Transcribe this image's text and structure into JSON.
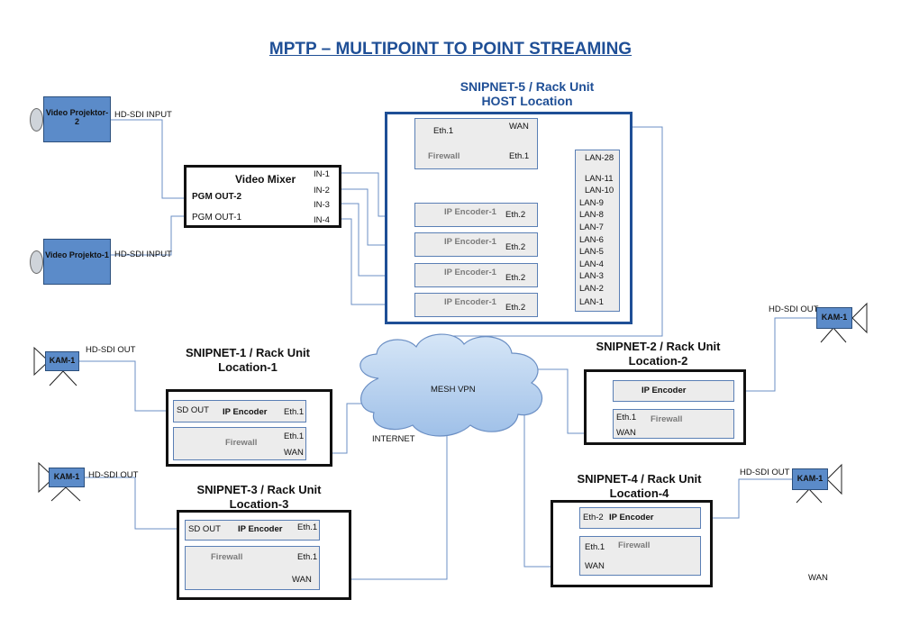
{
  "title": "MPTP – MULTIPOINT TO POINT STREAMING",
  "host": {
    "heading_line1": "SNIPNET-5 / Rack Unit",
    "heading_line2": "HOST Location",
    "wan_label": "WAN",
    "eth1_label": "Eth.1",
    "firewall_label": "Firewall",
    "eth1b_label": "Eth.1",
    "encoders": [
      {
        "name": "IP Encoder-1",
        "port": "Eth.2"
      },
      {
        "name": "IP Encoder-1",
        "port": "Eth.2"
      },
      {
        "name": "IP Encoder-1",
        "port": "Eth.2"
      },
      {
        "name": "IP Encoder-1",
        "port": "Eth.2"
      }
    ],
    "lan_ports": [
      "LAN-28",
      "LAN-11",
      "LAN-10",
      "LAN-9",
      "LAN-8",
      "LAN-7",
      "LAN-6",
      "LAN-5",
      "LAN-4",
      "LAN-3",
      "LAN-2",
      "LAN-1"
    ]
  },
  "projectors": [
    {
      "name": "Video Projektor-2",
      "input_label": "HD-SDI INPUT"
    },
    {
      "name": "Video Projekto-1",
      "input_label": "HD-SDI INPUT"
    }
  ],
  "mixer": {
    "title": "Video Mixer",
    "out2": "PGM OUT-2",
    "out1": "PGM OUT-1",
    "inputs": [
      "IN-1",
      "IN-2",
      "IN-3",
      "IN-4"
    ]
  },
  "cloud": {
    "label": "MESH VPN",
    "internet_label": "INTERNET"
  },
  "cameras": [
    {
      "name": "KAM-1",
      "out_label": "HD-SDI OUT"
    },
    {
      "name": "KAM-1",
      "out_label": "HD-SDI OUT"
    },
    {
      "name": "KAM-1",
      "out_label": "HD-SDI OUT"
    },
    {
      "name": "KAM-1",
      "out_label": "HD-SDI OUT"
    }
  ],
  "site1": {
    "heading_line1": "SNIPNET-1 / Rack Unit",
    "heading_line2": "Location-1",
    "sdout": "SD OUT",
    "encoder": "IP Encoder",
    "eth1a": "Eth.1",
    "eth1b": "Eth.1",
    "firewall": "Firewall",
    "wan": "WAN"
  },
  "site2": {
    "heading_line1": "SNIPNET-2 / Rack Unit",
    "heading_line2": "Location-2",
    "encoder": "IP Encoder",
    "eth1": "Eth.1",
    "firewall": "Firewall",
    "wan": "WAN"
  },
  "site3": {
    "heading_line1": "SNIPNET-3 / Rack Unit",
    "heading_line2": "Location-3",
    "sdout": "SD OUT",
    "encoder": "IP Encoder",
    "eth1a": "Eth.1",
    "firewall": "Firewall",
    "eth1b": "Eth.1",
    "wan": "WAN"
  },
  "site4": {
    "heading_line1": "SNIPNET-4 / Rack Unit",
    "heading_line2": "Location-4",
    "eth2": "Eth-2",
    "encoder": "IP Encoder",
    "eth1": "Eth.1",
    "firewall": "Firewall",
    "wan": "WAN"
  },
  "stray_wan": "WAN"
}
